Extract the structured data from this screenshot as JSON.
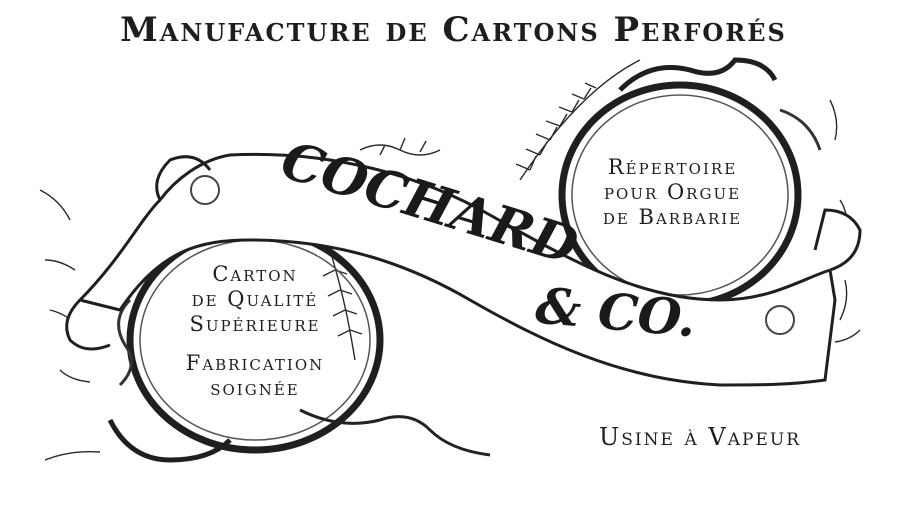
{
  "header": {
    "title": "Manufacture de Cartons Perforés"
  },
  "banner": {
    "name": "COCHARD",
    "suffix": "& CO."
  },
  "left_frame": {
    "line1": "Carton",
    "line2": "de Qualité",
    "line3": "Supérieure",
    "line4": "Fabrication",
    "line5": "soignée"
  },
  "right_frame": {
    "line1": "Répertoire",
    "line2": "pour Orgue",
    "line3": "de Barbarie"
  },
  "footer": {
    "text": "Usine à Vapeur"
  },
  "colors": {
    "ink": "#1a1a1a",
    "paper": "#ffffff"
  }
}
